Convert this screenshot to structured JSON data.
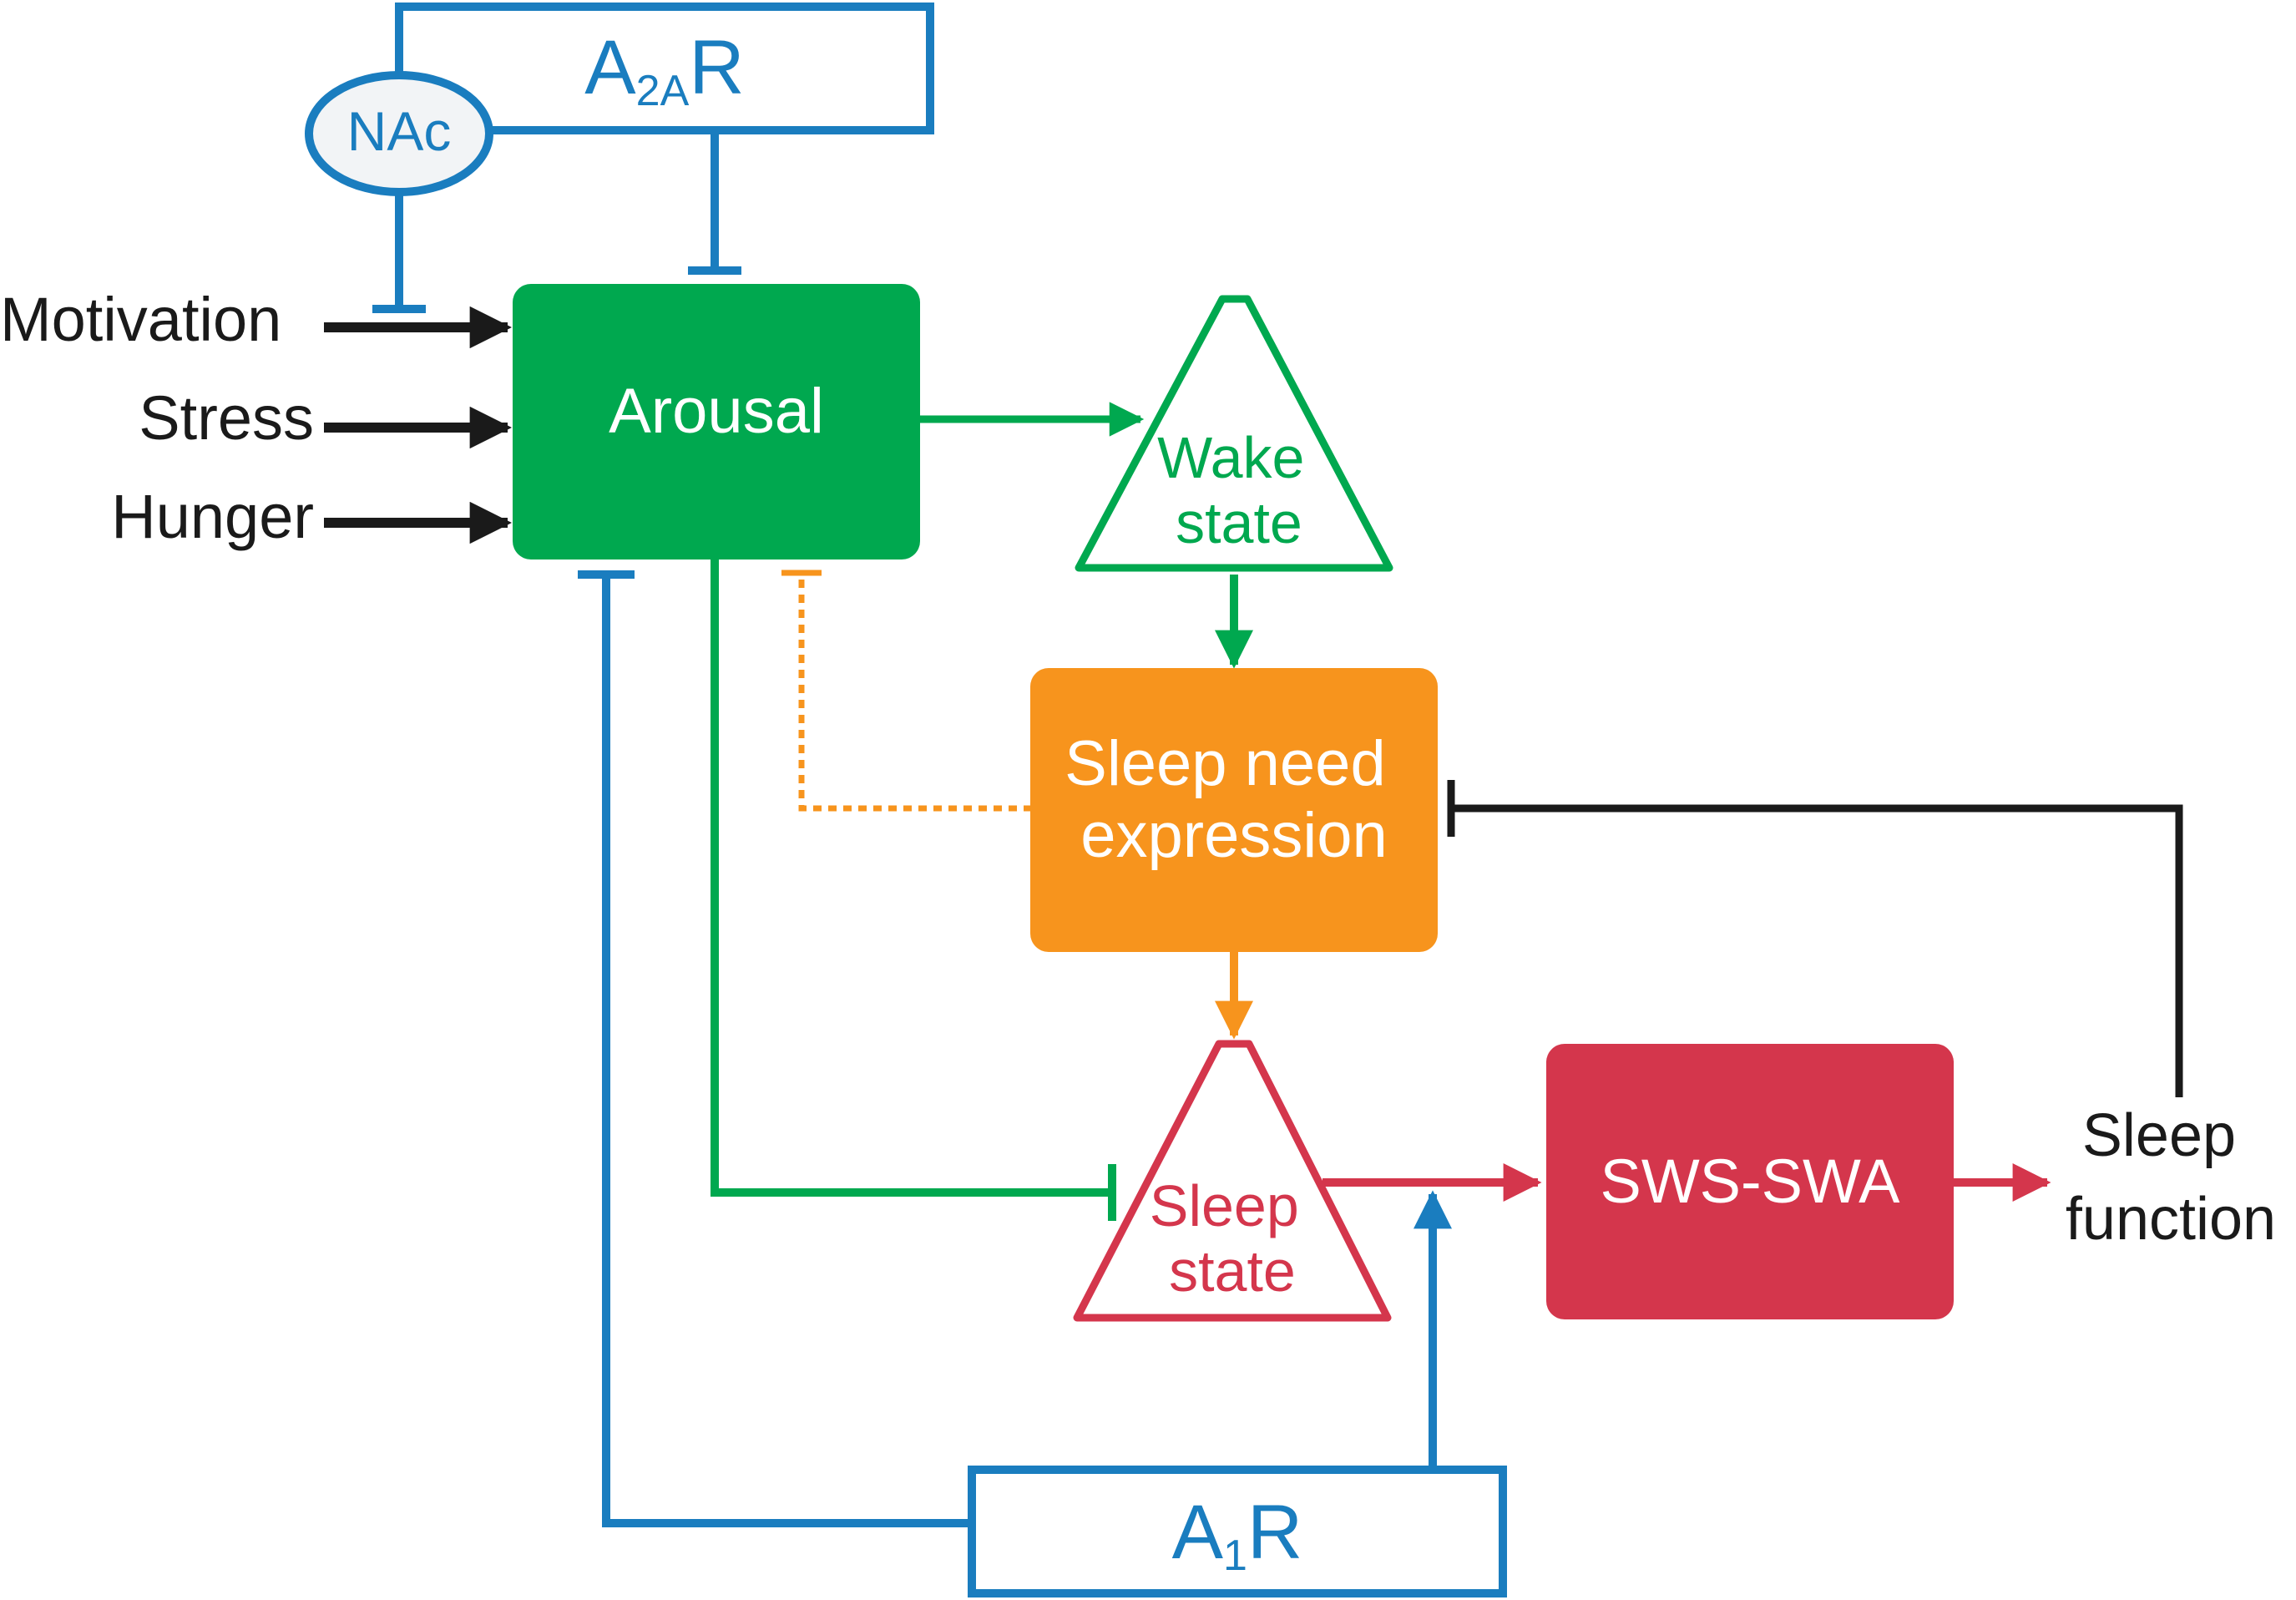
{
  "colors": {
    "blue": "#1a7dbf",
    "green": "#00a84f",
    "orange": "#f7941d",
    "red": "#d4364c",
    "black": "#1a1a1a",
    "white": "#ffffff",
    "nac_fill": "#f2f4f6"
  },
  "inputs": {
    "motivation": "Motivation",
    "stress": "Stress",
    "hunger": "Hunger"
  },
  "nac": {
    "label": "NAc"
  },
  "a2ar": {
    "base": "A",
    "sub": "2A",
    "suffix": "R"
  },
  "a1r": {
    "base": "A",
    "sub": "1",
    "suffix": "R"
  },
  "arousal": {
    "label": "Arousal"
  },
  "wake_state": {
    "line1": "Wake",
    "line2": "state"
  },
  "sleep_need": {
    "line1": "Sleep need",
    "line2": "expression"
  },
  "sleep_state": {
    "line1": "Sleep",
    "line2": "state"
  },
  "sws_swa": {
    "label": "SWS-SWA"
  },
  "sleep_function": {
    "line1": "Sleep",
    "line2": "function"
  }
}
